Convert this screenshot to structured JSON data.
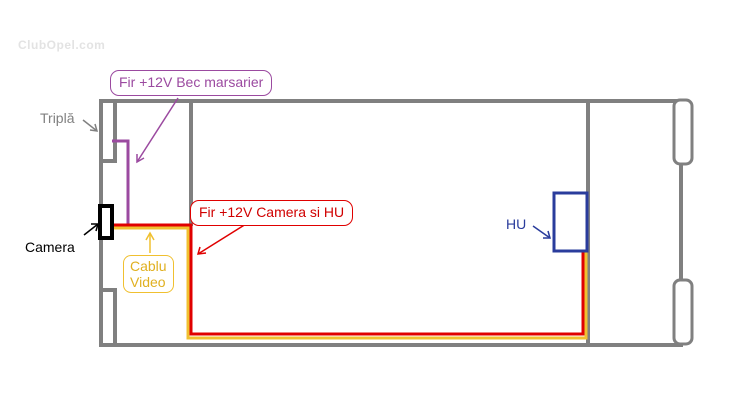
{
  "watermark": {
    "text": "ClubOpel.com"
  },
  "labels": {
    "tripla": "Triplă",
    "camera": "Camera",
    "cablu_line1": "Cablu",
    "cablu_line2": "Video",
    "hu": "HU",
    "fir_bec": "Fir +12V Bec marsarier",
    "fir_camera": "Fir +12V Camera si HU"
  },
  "colors": {
    "frame": "#808080",
    "camera_box": "#000000",
    "video_cable": "#f0c030",
    "power_wire": "#e00000",
    "bec_wire": "#9b4aa0",
    "hu_box": "#2a3c9c",
    "tripla_text": "#808080",
    "camera_text": "#000000",
    "cablu_text": "#e0b020",
    "hu_text": "#2a3c9c",
    "fir_bec_text": "#9b4aa0",
    "fir_camera_text": "#d00000"
  }
}
